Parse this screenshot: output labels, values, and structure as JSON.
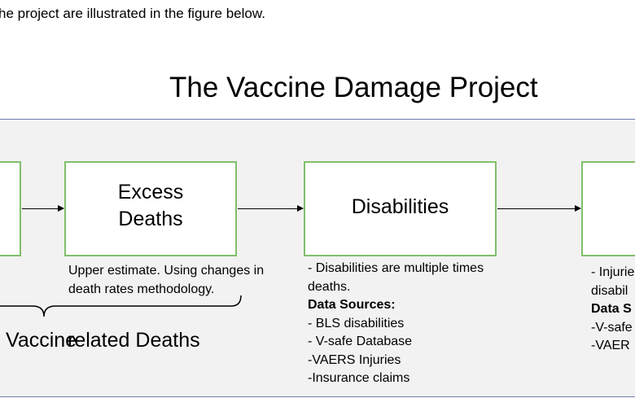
{
  "intro_text": "he project are illustrated in the figure below.",
  "title": "The Vaccine Damage Project",
  "boxes": {
    "excess_deaths": {
      "line1": "Excess",
      "line2": "Deaths"
    },
    "disabilities": {
      "label": "Disabilities"
    }
  },
  "notes": {
    "excess": {
      "line1": "Upper estimate. Using changes in",
      "line2": "death rates methodology."
    },
    "disabilities": {
      "line1": "- Disabilities are multiple times",
      "line2": "deaths.",
      "sources_heading": "Data Sources:",
      "sources": [
        "- BLS disabilities",
        "- V-safe Database",
        "-VAERS Injuries",
        "-Insurance claims"
      ]
    },
    "injuries": {
      "line1": "- Injurie",
      "line2": "disabil",
      "sources_heading": "Data S",
      "sources": [
        "-V-safe",
        "-VAER"
      ]
    }
  },
  "brace_label_a": "Vaccine",
  "brace_label_b": "related Deaths"
}
